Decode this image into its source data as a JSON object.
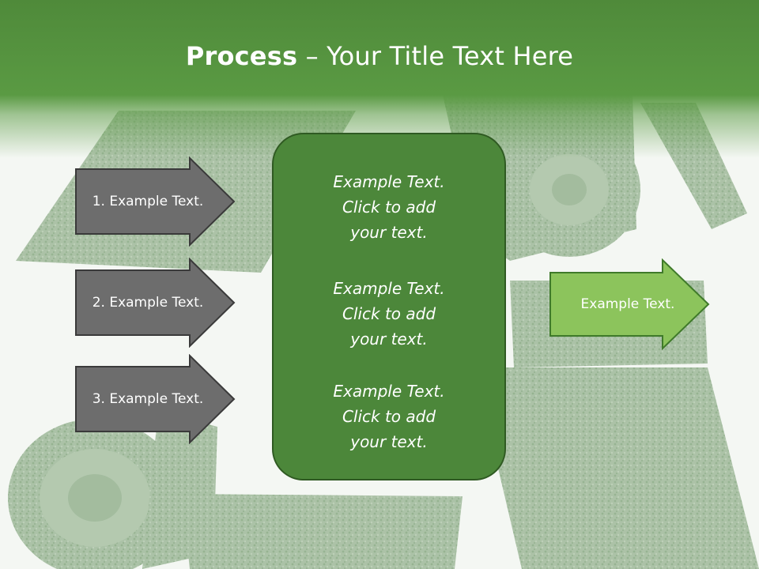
{
  "colors": {
    "header_green": "#5a9a43",
    "box_green": "#4c873a",
    "box_border": "#2f5a22",
    "gray_arrow": "#6d6d6d",
    "light_green_arrow": "#8cc45c",
    "text": "#ffffff"
  },
  "title": {
    "bold": "Process",
    "rest": " – Your Title Text Here"
  },
  "left_arrows": [
    {
      "label": "1. Example Text."
    },
    {
      "label": "2. Example Text."
    },
    {
      "label": "3. Example Text."
    }
  ],
  "center_box": {
    "blocks": [
      {
        "line1": "Example Text.",
        "line2": "Click  to add",
        "line3": "your text."
      },
      {
        "line1": "Example Text.",
        "line2": "Click  to add",
        "line3": "your text."
      },
      {
        "line1": "Example Text.",
        "line2": "Click  to add",
        "line3": "your text."
      }
    ]
  },
  "right_arrow": {
    "label": "Example Text."
  },
  "background": {
    "description_icon": "turf-rolls-image"
  }
}
